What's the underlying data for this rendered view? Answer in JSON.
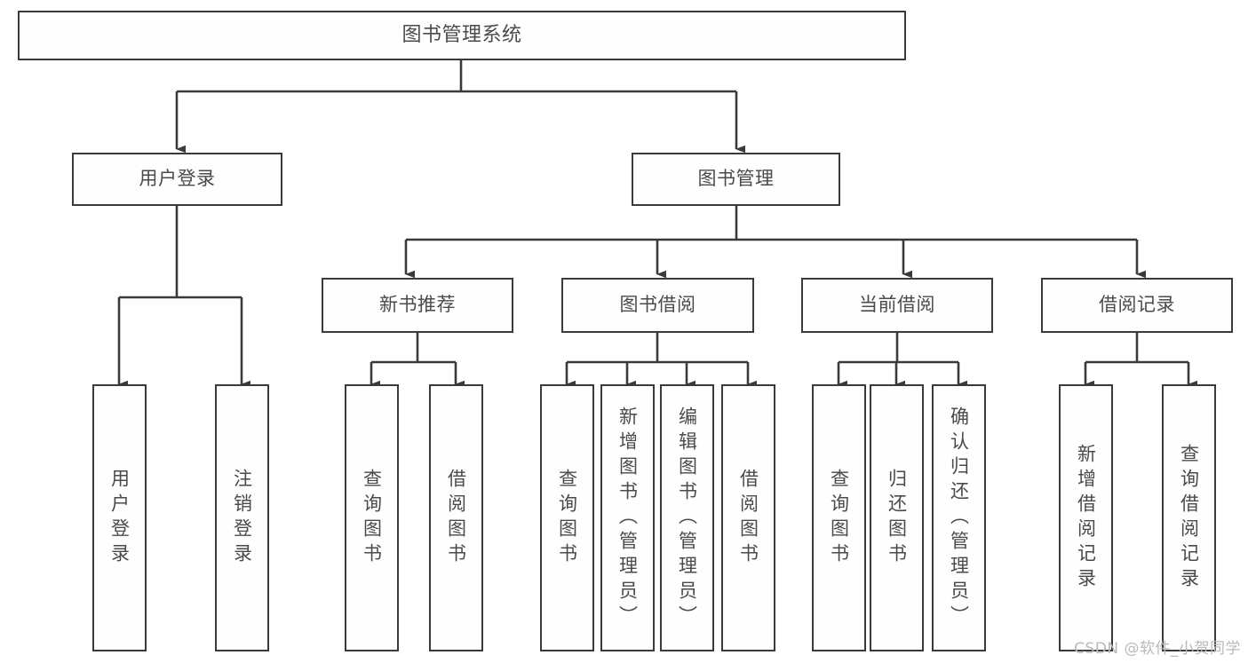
{
  "diagram": {
    "title": "图书管理系统",
    "watermark": "CSDN @软件_小贺同学",
    "line_color": "#3a3a3a",
    "text_color": "#4a4a4a",
    "background": "#ffffff",
    "levels": {
      "root": {
        "label": "图书管理系统"
      },
      "level2": [
        {
          "label": "用户登录"
        },
        {
          "label": "图书管理"
        }
      ],
      "level3": [
        {
          "label": "新书推荐"
        },
        {
          "label": "图书借阅"
        },
        {
          "label": "当前借阅"
        },
        {
          "label": "借阅记录"
        }
      ],
      "leaves": {
        "user_login": [
          {
            "label": "用户登录"
          },
          {
            "label": "注销登录"
          }
        ],
        "new_book_rec": [
          {
            "label": "查询图书"
          },
          {
            "label": "借阅图书"
          }
        ],
        "book_borrow": [
          {
            "label": "查询图书"
          },
          {
            "label": "新增图书（管理员）"
          },
          {
            "label": "编辑图书（管理员）"
          },
          {
            "label": "借阅图书"
          }
        ],
        "current_borrow": [
          {
            "label": "查询图书"
          },
          {
            "label": "归还图书"
          },
          {
            "label": "确认归还（管理员）"
          }
        ],
        "borrow_record": [
          {
            "label": "新增借阅记录"
          },
          {
            "label": "查询借阅记录"
          }
        ]
      }
    }
  }
}
